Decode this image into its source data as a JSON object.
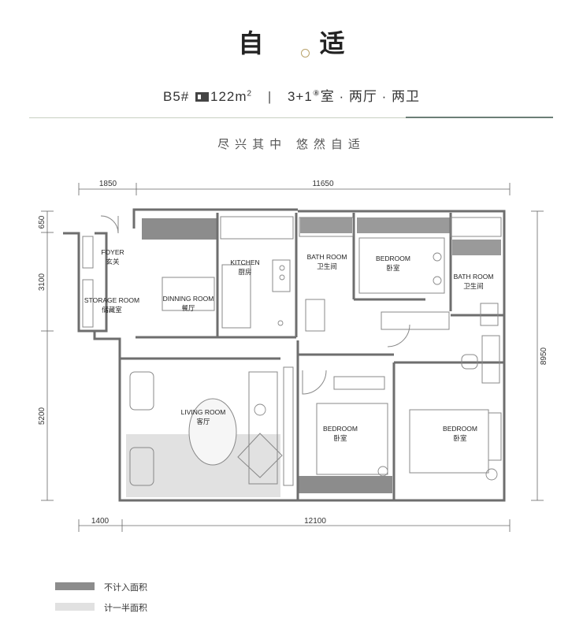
{
  "header": {
    "title": "自 适",
    "unit": "B5#",
    "area_icon": "floor-area-icon",
    "area": "122m",
    "area_unit_sup": "2",
    "layout_prefix": "3+1",
    "layout_mark": "⑧",
    "layout_rest": "室 · 两厅 · 两卫",
    "divider": "|",
    "slogan": "尽兴其中  悠然自适"
  },
  "colors": {
    "not_counted": "#8c8c8c",
    "half_counted": "#e1e1e1",
    "accent_rule": "#6b7f76",
    "wall": "#7a7a7a"
  },
  "dimensions": {
    "top_left": "1850",
    "top_right": "11650",
    "left_1": "650",
    "left_2": "3100",
    "left_3": "5200",
    "right": "8950",
    "bottom_left": "1400",
    "bottom_right": "12100"
  },
  "rooms": {
    "foyer": {
      "en": "FOYER",
      "cn": "玄关"
    },
    "storage": {
      "en": "STORAGE ROOM",
      "cn": "储藏室"
    },
    "dining": {
      "en": "DINNING ROOM",
      "cn": "餐厅"
    },
    "kitchen": {
      "en": "KITCHEN",
      "cn": "厨房"
    },
    "bath1": {
      "en": "BATH ROOM",
      "cn": "卫生间"
    },
    "bedroom1": {
      "en": "BEDROOM",
      "cn": "卧室"
    },
    "bath2": {
      "en": "BATH ROOM",
      "cn": "卫生间"
    },
    "living": {
      "en": "LIVING ROOM",
      "cn": "客厅"
    },
    "bedroom2": {
      "en": "BEDROOM",
      "cn": "卧室"
    },
    "bedroom3": {
      "en": "BEDROOM",
      "cn": "卧室"
    }
  },
  "legend": [
    {
      "label": "不计入面积",
      "color": "#8c8c8c"
    },
    {
      "label": "计一半面积",
      "color": "#e1e1e1"
    }
  ]
}
